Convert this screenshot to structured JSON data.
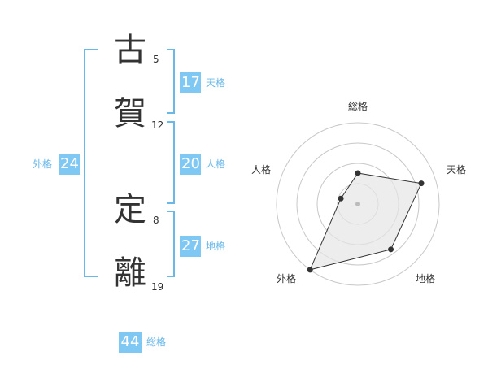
{
  "name": {
    "chars": [
      {
        "char": "古",
        "strokes": "5"
      },
      {
        "char": "賀",
        "strokes": "12"
      },
      {
        "char": "定",
        "strokes": "8"
      },
      {
        "char": "離",
        "strokes": "19"
      }
    ]
  },
  "kaku": {
    "tenkaku": {
      "value": "17",
      "label": "天格"
    },
    "jinkaku": {
      "value": "20",
      "label": "人格"
    },
    "chikaku": {
      "value": "27",
      "label": "地格"
    },
    "gaikaku": {
      "value": "24",
      "label": "外格"
    },
    "soukaku": {
      "value": "44",
      "label": "総格"
    }
  },
  "radar": {
    "labels": {
      "soukaku": "総格",
      "tenkaku": "天格",
      "chikaku": "地格",
      "gaikaku": "外格",
      "jinkaku": "人格"
    },
    "levels": 4,
    "values": {
      "soukaku": 0.38,
      "tenkaku": 0.82,
      "chikaku": 0.69,
      "gaikaku": 1.0,
      "jinkaku": 0.22
    },
    "colors": {
      "ring": "#c8c8c8",
      "fill": "#e6e6e6",
      "stroke": "#333333",
      "point": "#333333"
    }
  },
  "colors": {
    "accent": "#80c8f4",
    "bracket": "#6ab8e8"
  }
}
